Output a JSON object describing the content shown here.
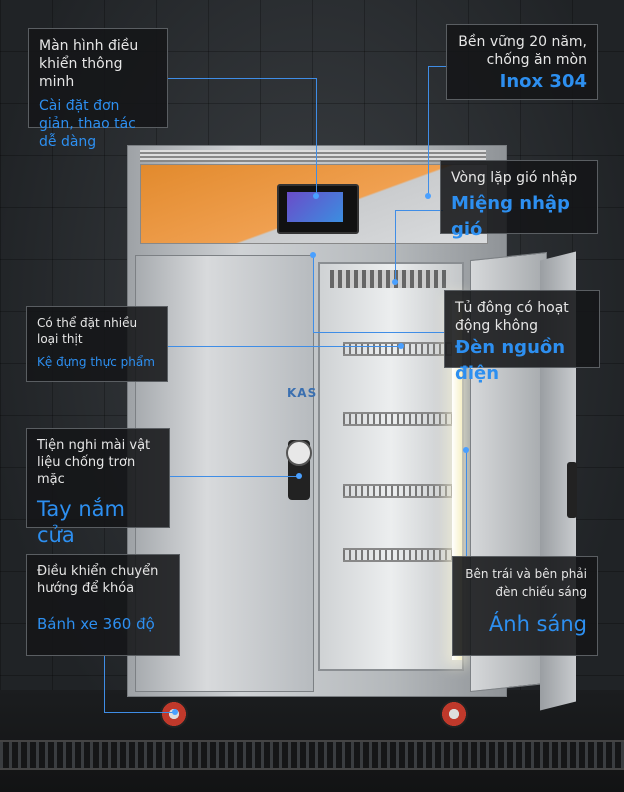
{
  "callouts": {
    "screen": {
      "title": "Màn hình điều khiển thông minh",
      "highlight": "Cài đặt đơn giản, thao tác dễ dàng"
    },
    "durability": {
      "title": "Bền vững 20 năm, chống ăn mòn",
      "highlight": "Inox 304"
    },
    "air_intake": {
      "title": "Vòng lặp gió nhập",
      "highlight": "Miệng nhập gió"
    },
    "power_off": {
      "title": "Tủ đông có hoạt động không",
      "highlight": "Đèn nguồn điện"
    },
    "rack": {
      "title": "Có thể đặt nhiều loại thịt",
      "highlight": "Kệ đựng thực phẩm"
    },
    "handle": {
      "title": "Tiện nghi mài vật liệu chống trơn mặc",
      "highlight": "Tay nắm cửa"
    },
    "wheel": {
      "title": "Điều khiển chuyển hướng để khóa",
      "highlight": "Bánh xe 360 độ"
    },
    "light": {
      "title": "Bên trái và bên phải đèn chiếu sáng",
      "highlight": "Ánh sáng"
    }
  },
  "brand": "KASU",
  "colors": {
    "accent": "#2d8ff0",
    "panel": "#141618",
    "orange": "#e28a2d"
  }
}
